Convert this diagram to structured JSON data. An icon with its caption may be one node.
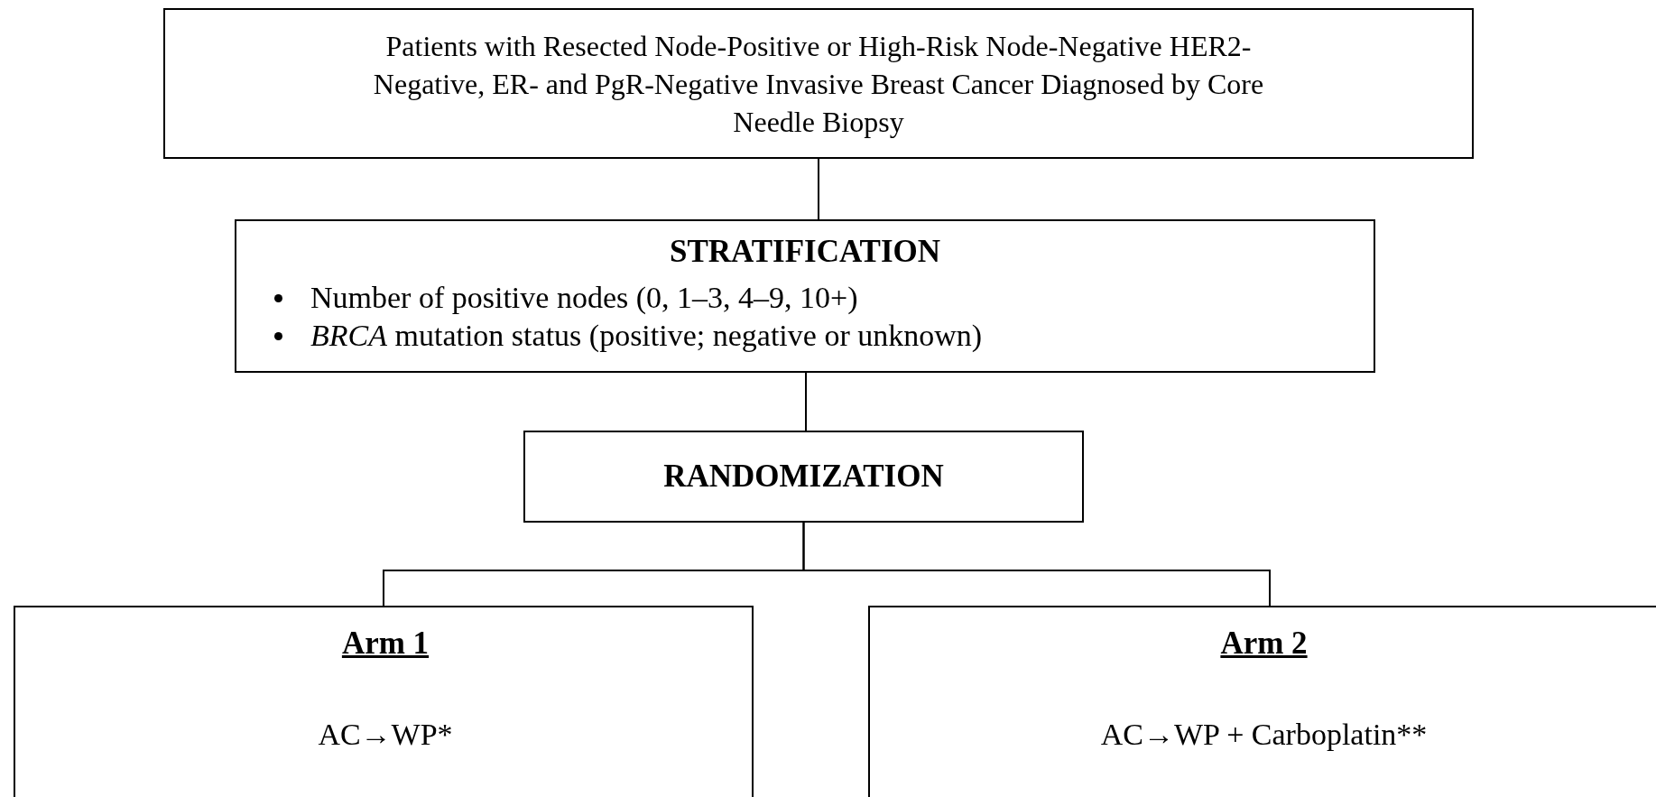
{
  "diagram": {
    "nodes": [
      {
        "text": [
          "Patients with Resected Node-Positive or High-Risk Node-Negative HER2-Negative, ER- and PgR-Negative Invasive Breast Cancer Diagnosed by Core Needle Biopsy"
        ]
      },
      {
        "text": [
          "STRATIFICATION",
          "Number of positive nodes (0, 1–3, 4–9, 10+)",
          "*BRCA* mutation status (positive; negative or unknown)"
        ]
      },
      {
        "text": [
          "RANDOMIZATION"
        ]
      },
      {
        "text": [
          "Arm 1",
          "AC→WP*"
        ]
      },
      {
        "text": [
          "Arm 2",
          "AC→WP + Carboplatin**"
        ]
      }
    ],
    "edges": [
      {
        "from": 0,
        "to": 1,
        "arrow": "none"
      },
      {
        "from": 1,
        "to": 2,
        "arrow": "none"
      },
      {
        "from": 2,
        "to": 3,
        "arrow": "none"
      },
      {
        "from": 2,
        "to": 4,
        "arrow": "none"
      }
    ]
  }
}
